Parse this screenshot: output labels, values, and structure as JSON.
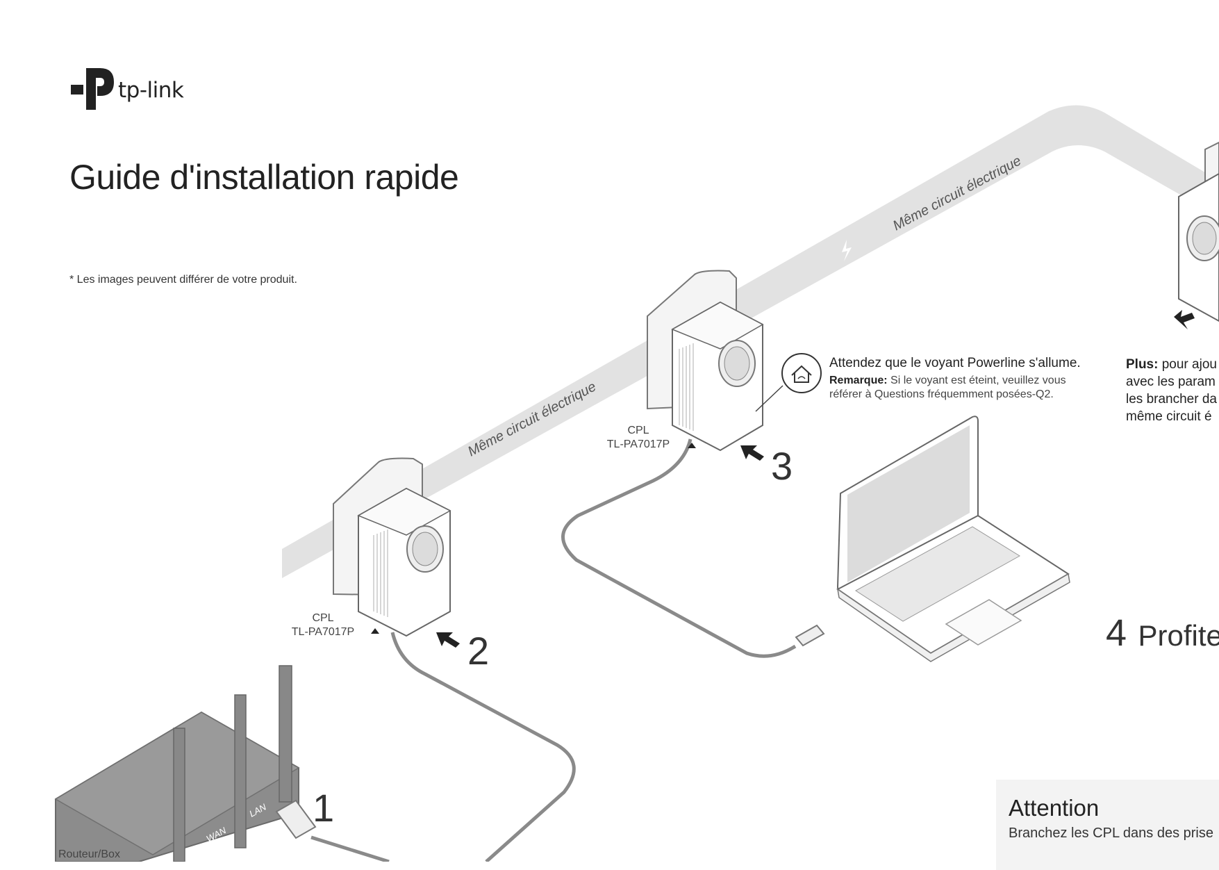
{
  "logo": {
    "brand": "tp-link"
  },
  "title": "Guide d'installation rapide",
  "disclaimer": "* Les images peuvent différer de votre produit.",
  "circuit_label": "Même circuit électrique",
  "adapters": [
    {
      "type": "CPL",
      "model": "TL-PA7017P",
      "step": "2"
    },
    {
      "type": "CPL",
      "model": "TL-PA7017P",
      "step": "3"
    }
  ],
  "router": {
    "label": "Routeur/Box",
    "lan_port": "LAN",
    "wan_port": "WAN",
    "step": "1"
  },
  "notice": {
    "main": "Attendez que le voyant Powerline s'allume.",
    "remark_label": "Remarque:",
    "remark_text": " Si le voyant est éteint, veuillez vous",
    "remark_text2": "référer à Questions fréquemment posées-Q2."
  },
  "plus": {
    "label": "Plus:",
    "line1": " pour ajou",
    "line2": "avec les param",
    "line3": "les brancher da",
    "line4": "même circuit é"
  },
  "step4": {
    "number": "4",
    "text": "Profite"
  },
  "attention": {
    "title": "Attention",
    "body": "Branchez les CPL dans des prise"
  },
  "colors": {
    "band": "#e2e2e2",
    "cable": "#8a8a8a",
    "device": "#ffffff",
    "router": "#8c8c8c"
  },
  "icons": [
    "powerline-led-icon",
    "lightning-icon",
    "arrow-icon"
  ]
}
